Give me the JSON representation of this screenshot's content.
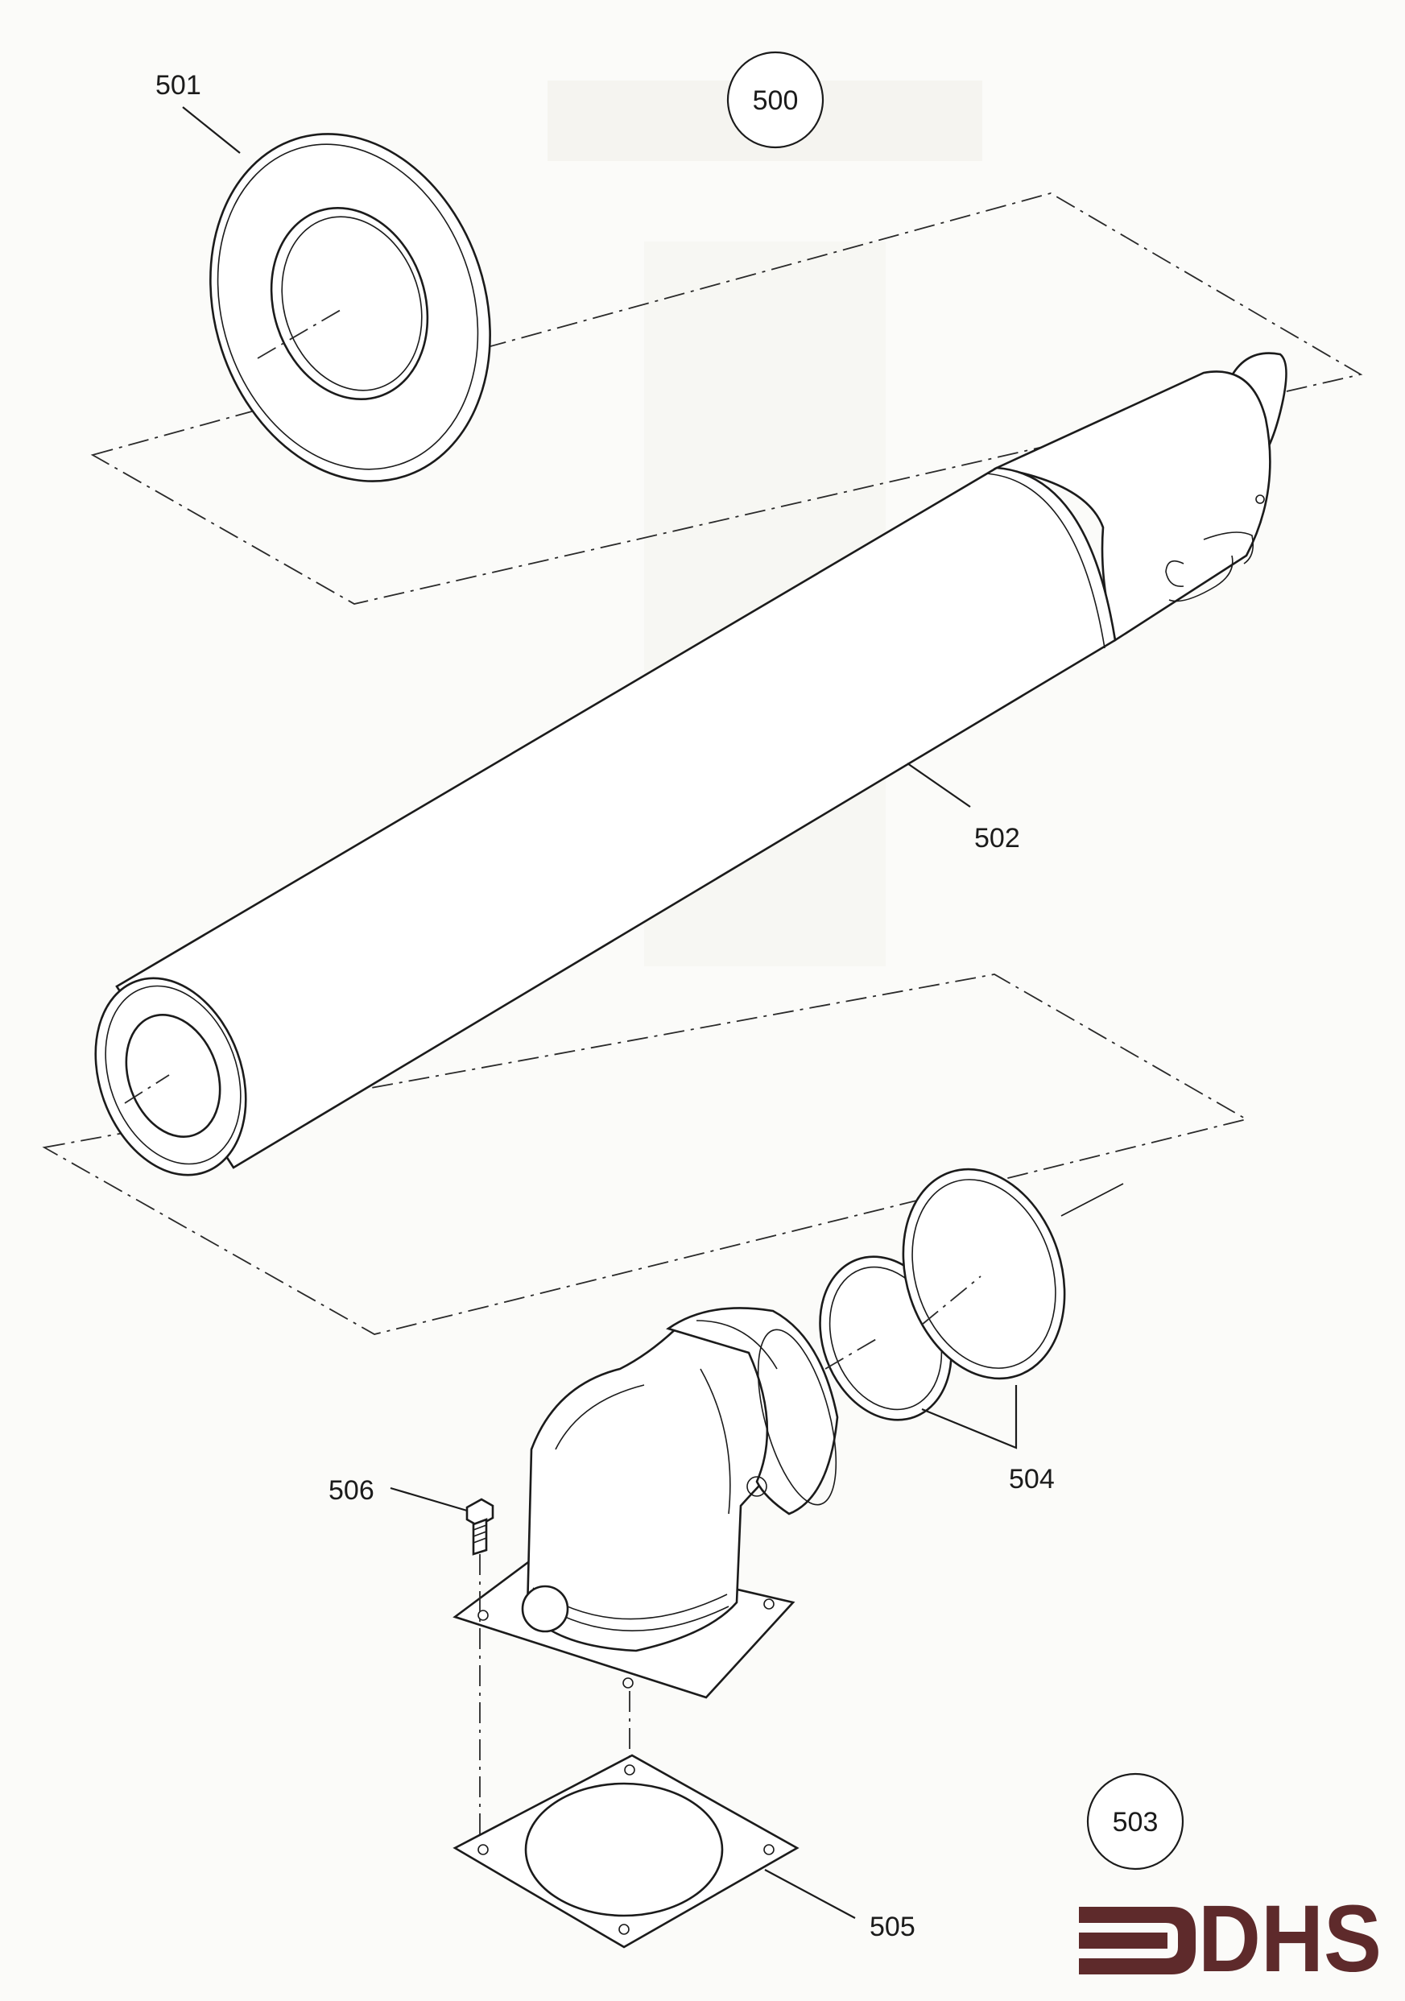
{
  "assembly_callout": "500",
  "group_callout": "503",
  "parts": [
    {
      "number": "501"
    },
    {
      "number": "502"
    },
    {
      "number": "504"
    },
    {
      "number": "505"
    },
    {
      "number": "506"
    }
  ],
  "logo": {
    "text": "DHS",
    "color": "#5e2a2b"
  }
}
